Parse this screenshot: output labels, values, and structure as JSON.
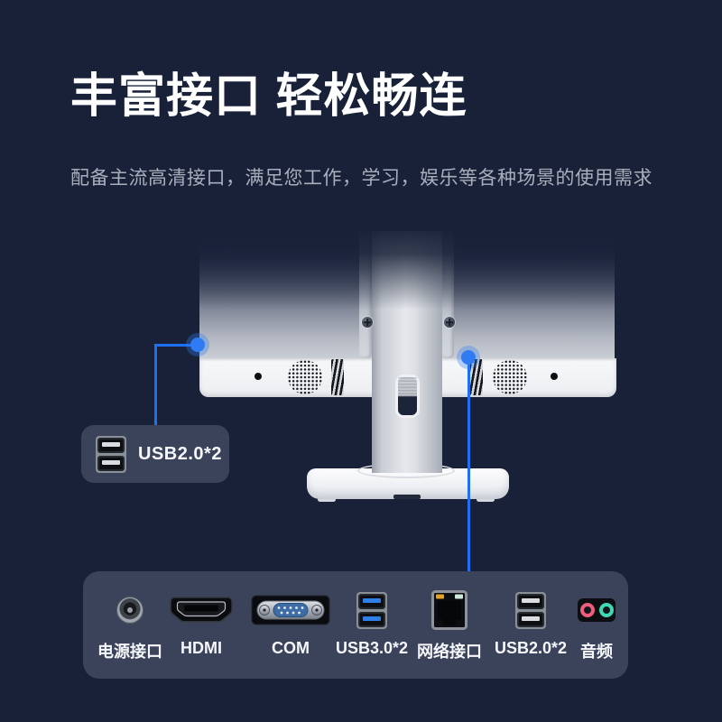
{
  "header": {
    "title": "丰富接口 轻松畅连",
    "subtitle": "配备主流高清接口，满足您工作，学习，娱乐等各种场景的使用需求"
  },
  "callout": {
    "label": "USB2.0*2",
    "icon": "usb-dual-port-icon"
  },
  "ports_panel": {
    "ports": [
      {
        "icon": "power-port-icon",
        "label": "电源接口"
      },
      {
        "icon": "hdmi-port-icon",
        "label": "HDMI"
      },
      {
        "icon": "com-port-icon",
        "label": "COM"
      },
      {
        "icon": "usb3-port-icon",
        "label": "USB3.0*2"
      },
      {
        "icon": "lan-port-icon",
        "label": "网络接口"
      },
      {
        "icon": "usb2-port-icon",
        "label": "USB2.0*2"
      },
      {
        "icon": "audio-port-icon",
        "label": "音频"
      }
    ]
  },
  "colors": {
    "background": "#182138",
    "accent_blue": "#1e6ff2",
    "panel": "#3b435a",
    "title_text": "#ffffff",
    "subtitle_text": "#a8aebc",
    "usb3_tongue": "#2f7fe8",
    "audio_pink": "#ef5d7e",
    "audio_teal": "#3fd8b4"
  }
}
